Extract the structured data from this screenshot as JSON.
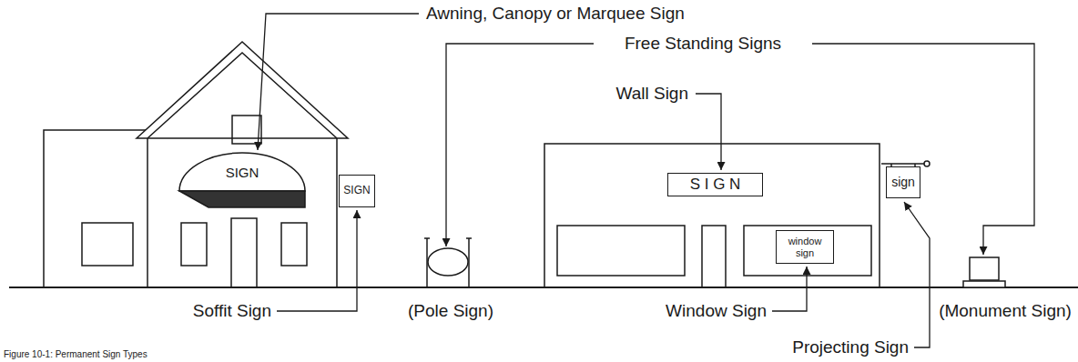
{
  "diagram": {
    "caption": "Figure 10-1: Permanent Sign Types",
    "nodes": [
      {
        "text": [
          "SIGN"
        ]
      },
      {
        "text": [
          "SIGN"
        ]
      },
      {
        "text": [
          "S I G N"
        ]
      },
      {
        "text": [
          "window sign"
        ]
      },
      {
        "text": [
          "sign"
        ]
      }
    ],
    "labels": [
      "Awning, Canopy or Marquee Sign",
      "Free Standing Signs",
      "Wall Sign",
      "Soffit Sign",
      "(Pole Sign)",
      "Window Sign",
      "Projecting Sign",
      "(Monument Sign)"
    ]
  }
}
